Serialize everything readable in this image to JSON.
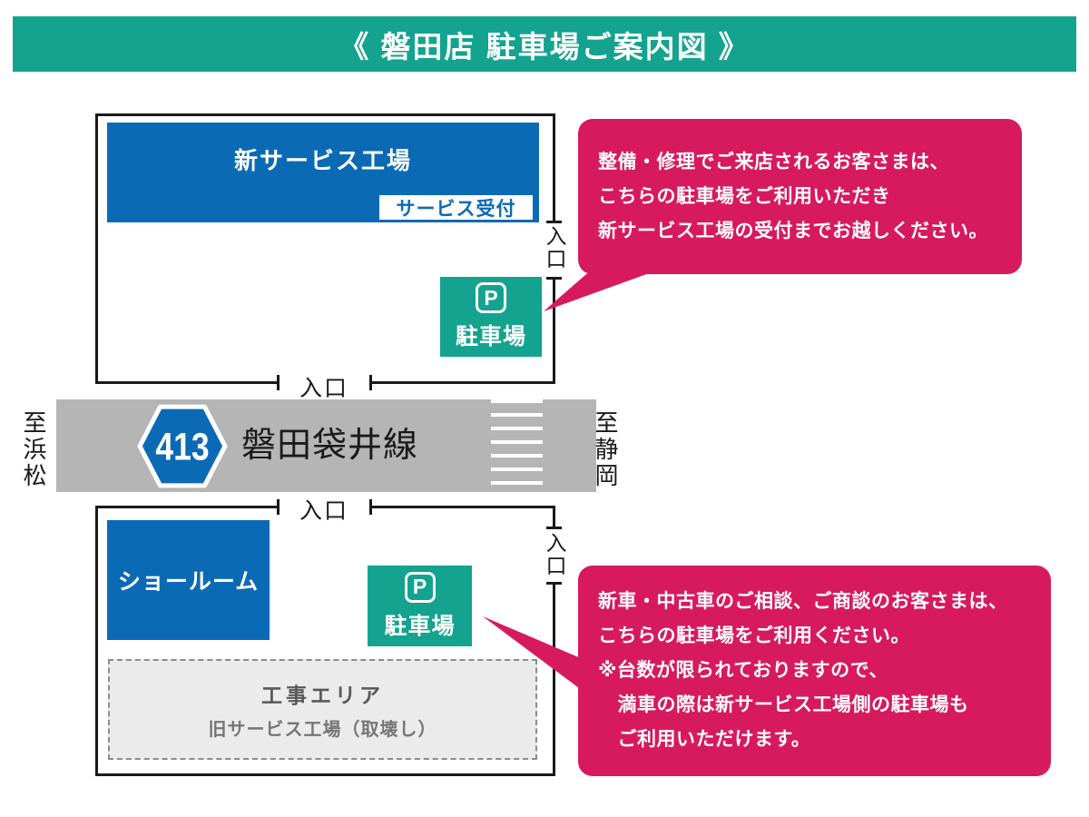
{
  "header": {
    "title": "《 磐田店 駐車場ご案内図 》"
  },
  "colors": {
    "accent_teal": "#13A38F",
    "accent_pink": "#D7195E",
    "accent_blue": "#0B6AB4",
    "road_gray": "#B5B5B5",
    "outline_black": "#1A1A1A"
  },
  "upper_map": {
    "building_label": "新サービス工場",
    "reception_label": "サービス受付",
    "parking_icon": "P",
    "parking_label": "駐車場",
    "entrance_bottom": "入口",
    "entrance_right": "入口"
  },
  "upper_callout": {
    "lines": [
      "整備・修理でご来店されるお客さまは、",
      "こちらの駐車場をご利用いただき",
      "新サービス工場の受付までお越しください。"
    ]
  },
  "road": {
    "route_number": "413",
    "road_name": "磐田袋井線",
    "direction_left": "至浜松",
    "direction_right": "至静岡"
  },
  "lower_map": {
    "building_label": "ショールーム",
    "parking_icon": "P",
    "parking_label": "駐車場",
    "entrance_top": "入口",
    "entrance_right": "入口",
    "construction_title": "工事エリア",
    "construction_subtitle": "旧サービス工場（取壊し）"
  },
  "lower_callout": {
    "lines": [
      "新車・中古車のご相談、ご商談のお客さまは、",
      "こちらの駐車場をご利用ください。",
      "※台数が限られておりますので、",
      "　満車の際は新サービス工場側の駐車場も",
      "　ご利用いただけます。"
    ]
  }
}
